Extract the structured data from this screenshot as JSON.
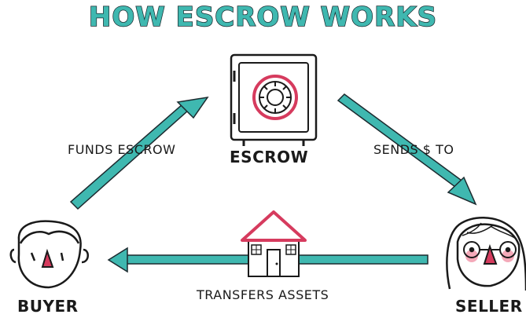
{
  "title": "HOW ESCROW WORKS",
  "nodes": {
    "escrow": "ESCROW",
    "buyer": "BUYER",
    "seller": "SELLER"
  },
  "edges": {
    "buyer_to_escrow": "FUNDS ESCROW",
    "escrow_to_seller": "SENDS $ TO",
    "seller_to_buyer": "TRANSFERS ASSETS"
  },
  "colors": {
    "title": "#3fb8b0",
    "arrow": "#3fb8b0",
    "accent": "#d63b5e",
    "ink": "#1a1a1a"
  },
  "icons": {
    "escrow": "safe-icon",
    "buyer": "buyer-face-icon",
    "seller": "seller-face-icon",
    "assets": "house-icon"
  }
}
